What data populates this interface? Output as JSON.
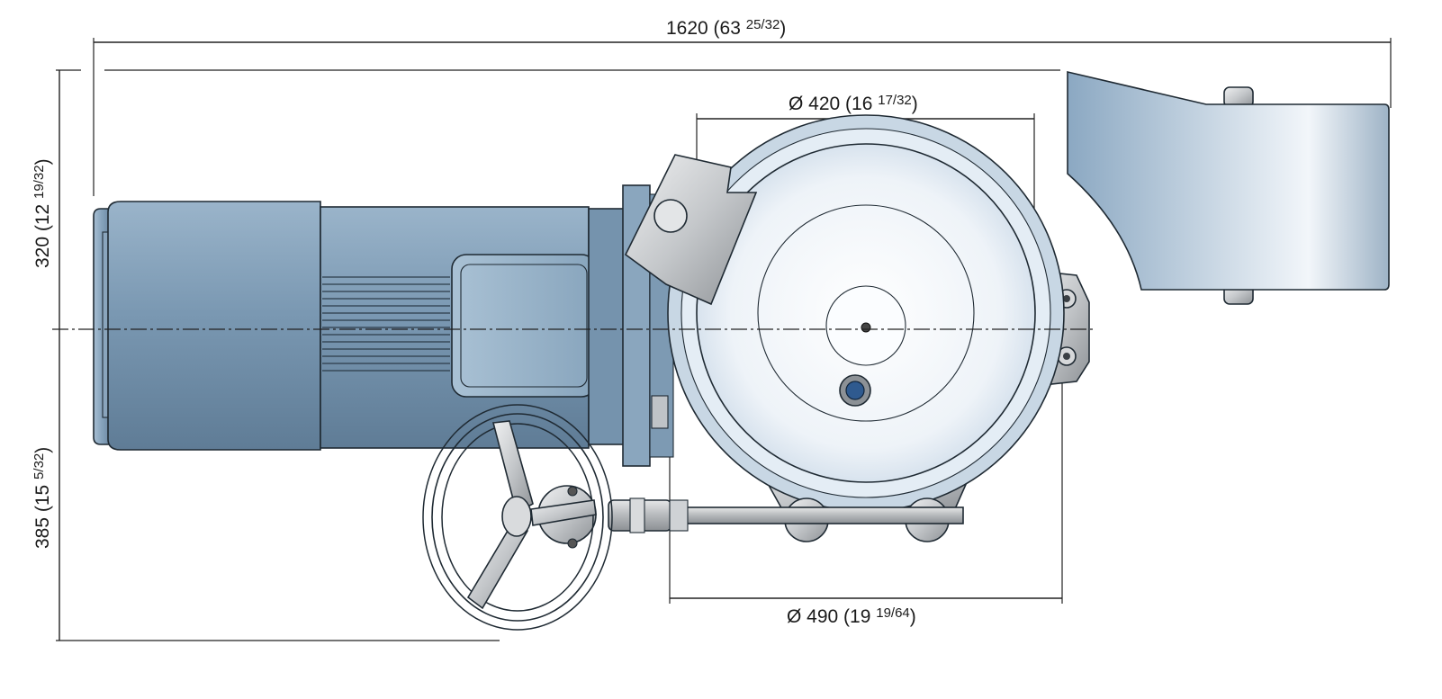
{
  "dimensions": {
    "overall_length": {
      "main": "1620 (63 ",
      "frac": "25/32",
      "close": ")"
    },
    "height_upper": {
      "main": "320 (12 ",
      "frac": "19/32",
      "close": ")"
    },
    "height_lower": {
      "main": "385 (15 ",
      "frac": "5/32",
      "close": ")"
    },
    "diameter_inner": {
      "main": "Ø 420 (16 ",
      "frac": "17/32",
      "close": ")"
    },
    "diameter_outer": {
      "main": "Ø 490 (19 ",
      "frac": "19/64",
      "close": ")"
    }
  },
  "colors": {
    "motor_blue": "#7f9eb8",
    "motor_blue_light": "#b7cbdc",
    "motor_blue_dark": "#5a7690",
    "housing_silver": "#c9ccd0",
    "wheel_white": "#eef4fa",
    "steel": "#b9bcc0"
  }
}
